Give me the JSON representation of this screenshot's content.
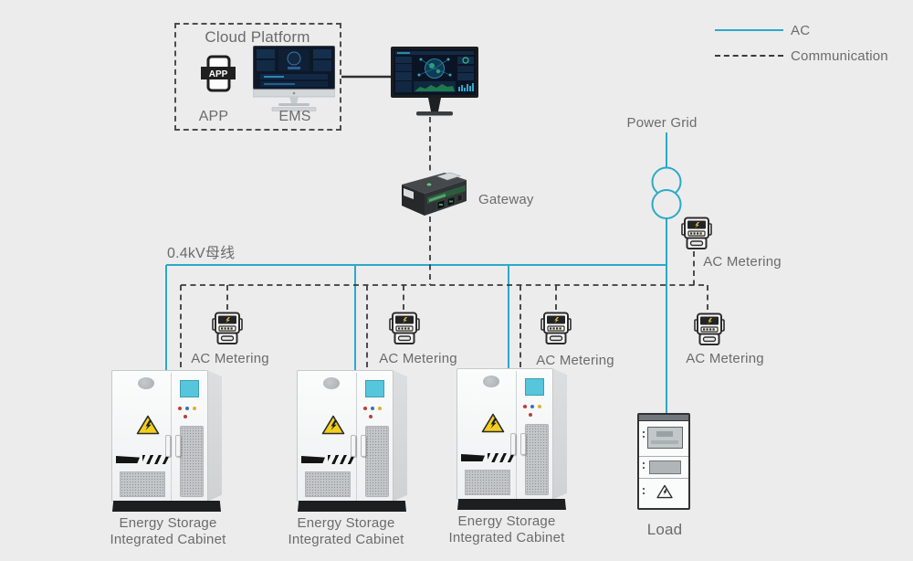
{
  "colors": {
    "background": "#ECECEC",
    "ac_line": "#2BA9C9",
    "comm_line": "#3A3A3A",
    "text_gray": "#6B6B6B",
    "screen_cyan": "#56C6DD",
    "warning_yellow": "#F2CF1F"
  },
  "legend": {
    "ac_label": "AC",
    "communication_label": "Communication"
  },
  "cloud_platform": {
    "title": "Cloud Platform",
    "app_icon_text": "APP",
    "app_label": "APP",
    "ems_label": "EMS"
  },
  "gateway": {
    "label": "Gateway"
  },
  "power_grid": {
    "label": "Power Grid"
  },
  "busbar": {
    "label": "0.4kV母线"
  },
  "meters": [
    {
      "id": "grid",
      "label": "AC Metering"
    },
    {
      "id": "cabinet-1",
      "label": "AC Metering"
    },
    {
      "id": "cabinet-2",
      "label": "AC Metering"
    },
    {
      "id": "cabinet-3",
      "label": "AC Metering"
    },
    {
      "id": "load",
      "label": "AC Metering"
    }
  ],
  "cabinets": [
    {
      "line1": "Energy Storage",
      "line2": "Integrated Cabinet"
    },
    {
      "line1": "Energy Storage",
      "line2": "Integrated Cabinet"
    },
    {
      "line1": "Energy Storage",
      "line2": "Integrated Cabinet"
    }
  ],
  "load": {
    "label": "Load"
  }
}
